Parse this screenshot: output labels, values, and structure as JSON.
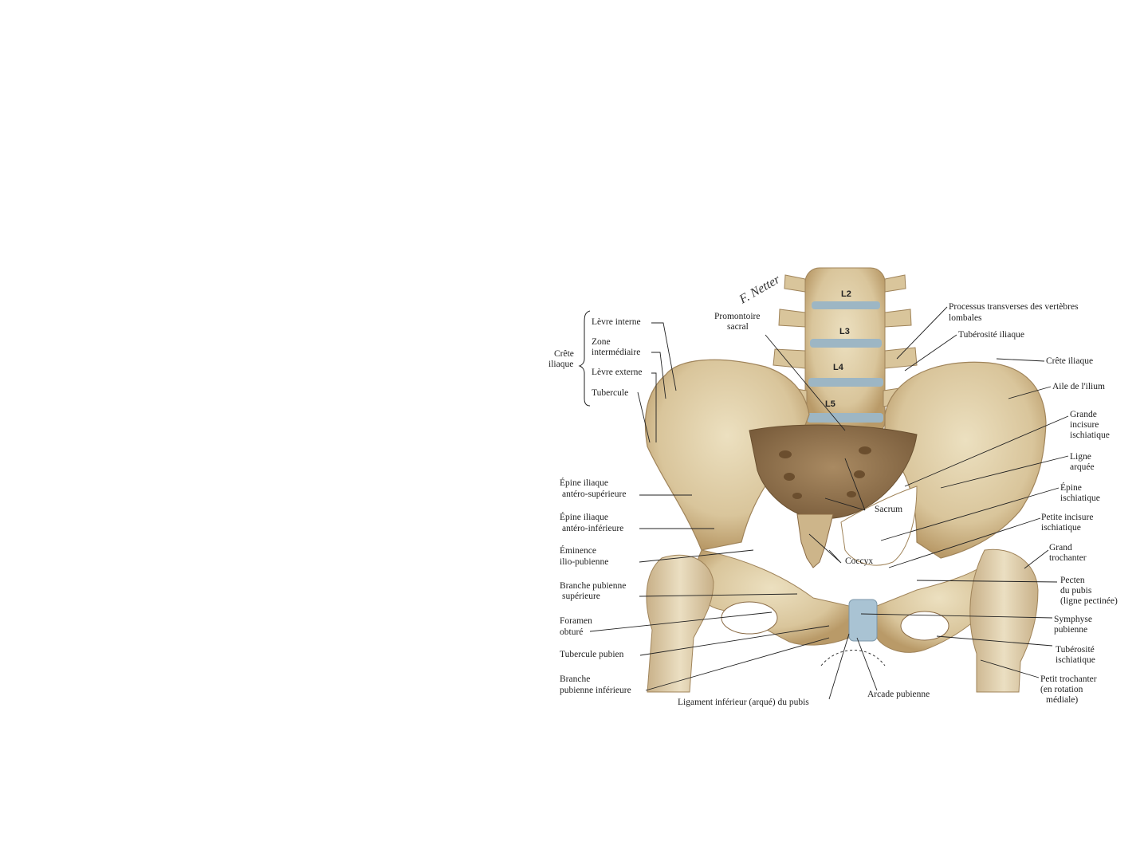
{
  "figure": {
    "vertebrae": [
      "L2",
      "L3",
      "L4",
      "L5"
    ],
    "signature": "F. Netter",
    "labels": {
      "levre_interne": "Lèvre interne",
      "zone_intermediaire_1": "Zone",
      "zone_intermediaire_2": "intermédiaire",
      "levre_externe": "Lèvre externe",
      "tubercule": "Tubercule",
      "crete_iliaque_group_1": "Crête",
      "crete_iliaque_group_2": "iliaque",
      "promontoire_1": "Promontoire",
      "promontoire_2": "sacral",
      "processus_1": "Processus transverses des vertèbres",
      "processus_2": "lombales",
      "tuberosite_iliaque": "Tubérosité iliaque",
      "crete_iliaque": "Crête iliaque",
      "aile_ilium": "Aile de l'ilium",
      "grande_incisure_1": "Grande",
      "grande_incisure_2": "incisure",
      "grande_incisure_3": "ischiatique",
      "ligne_arquee_1": "Ligne",
      "ligne_arquee_2": "arquée",
      "epine_ischiatique_1": "Épine",
      "epine_ischiatique_2": "ischiatique",
      "petite_incisure_1": "Petite incisure",
      "petite_incisure_2": "ischiatique",
      "grand_trochanter_1": "Grand",
      "grand_trochanter_2": "trochanter",
      "pecten_1": "Pecten",
      "pecten_2": "du pubis",
      "pecten_3": "(ligne pectinée)",
      "symphyse_1": "Symphyse",
      "symphyse_2": "pubienne",
      "tuberosite_ischiatique_1": "Tubérosité",
      "tuberosite_ischiatique_2": "ischiatique",
      "petit_trochanter_1": "Petit trochanter",
      "petit_trochanter_2": "(en rotation",
      "petit_trochanter_3": "médiale)",
      "epine_ais_1": "Épine iliaque",
      "epine_ais_2": "antéro-supérieure",
      "epine_aii_1": "Épine iliaque",
      "epine_aii_2": "antéro-inférieure",
      "eminence_1": "Éminence",
      "eminence_2": "ilio-pubienne",
      "branche_sup_1": "Branche pubienne",
      "branche_sup_2": "supérieure",
      "foramen_1": "Foramen",
      "foramen_2": "obturé",
      "tubercule_pubien": "Tubercule pubien",
      "branche_inf_1": "Branche",
      "branche_inf_2": "pubienne inférieure",
      "sacrum": "Sacrum",
      "coccyx": "Coccyx",
      "ligament_inferieur": "Ligament inférieur (arqué) du pubis",
      "arcade_pubienne": "Arcade pubienne"
    }
  },
  "colors": {
    "bone": "#e2d2ac",
    "bone_shadow": "#b99a68",
    "bone_dark": "#8a6a44",
    "disc": "#9db6c4",
    "cartilage": "#a9c3d3",
    "leader": "#222222"
  }
}
